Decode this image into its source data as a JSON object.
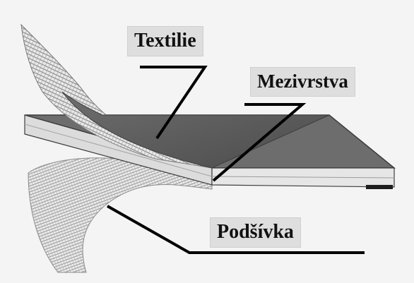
{
  "labels": {
    "textile": "Textilie",
    "interlayer": "Mezivrstva",
    "lining": "Podšívka"
  },
  "colors": {
    "background": "#f4f4f4",
    "label_bg": "#dedede",
    "textile_fill": "#5a5a5a",
    "slab_top": "#6f6f6f",
    "slab_edge": "#e3e3e3",
    "leader_line": "#000000"
  }
}
